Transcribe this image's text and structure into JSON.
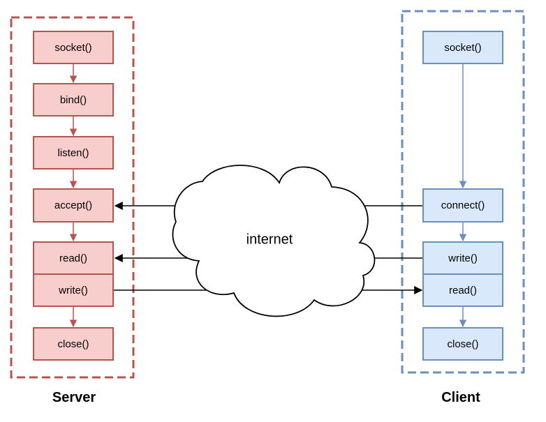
{
  "colors": {
    "server_fill": "#f8cecc",
    "server_stroke": "#b85450",
    "client_fill": "#dae8fc",
    "client_stroke": "#6c8ebf",
    "arrow": "#000000"
  },
  "server": {
    "label": "Server",
    "steps": {
      "socket": "socket()",
      "bind": "bind()",
      "listen": "listen()",
      "accept": "accept()",
      "read": "read()",
      "write": "write()",
      "close": "close()"
    }
  },
  "client": {
    "label": "Client",
    "steps": {
      "socket": "socket()",
      "connect": "connect()",
      "write": "write()",
      "read": "read()",
      "close": "close()"
    }
  },
  "network": {
    "label": "internet"
  }
}
